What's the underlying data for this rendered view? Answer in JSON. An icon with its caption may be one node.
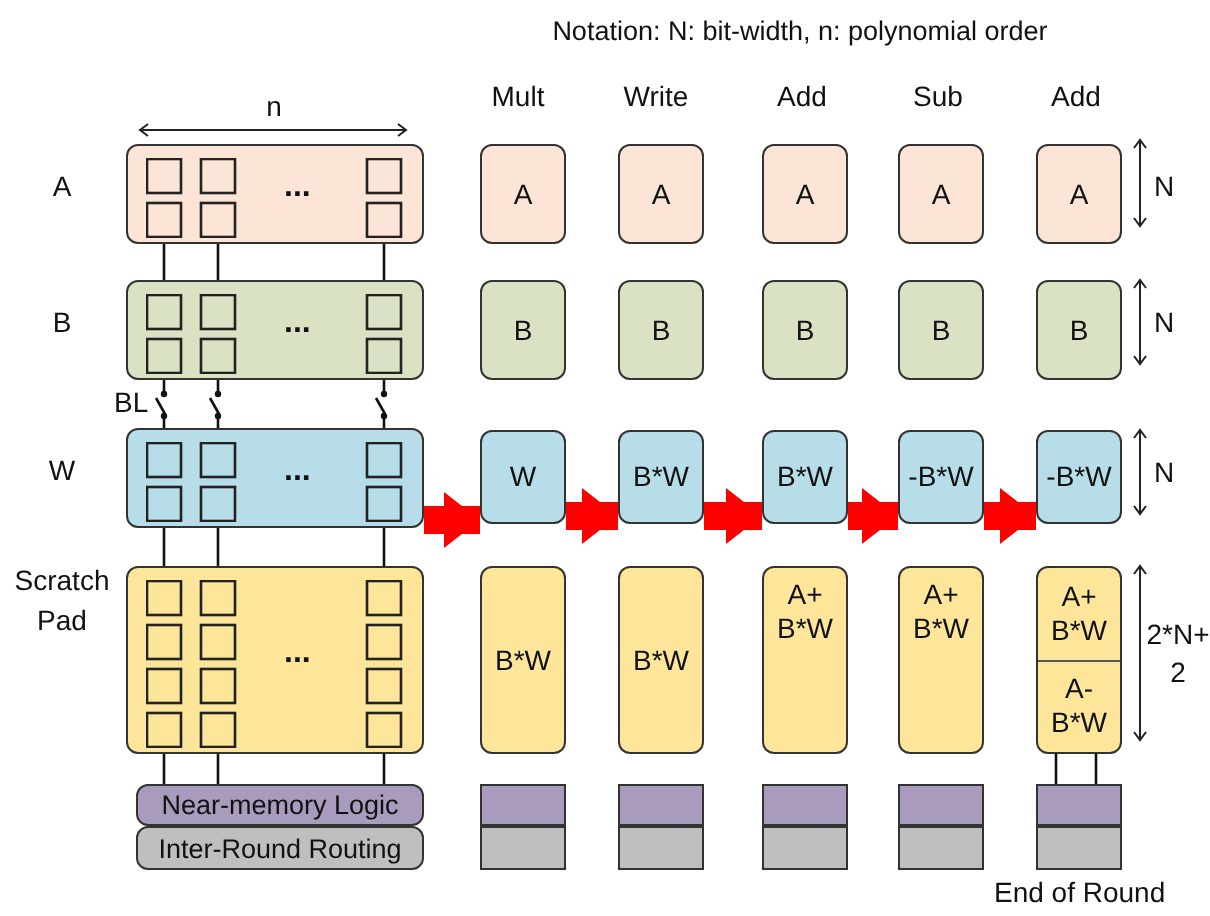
{
  "diagram": {
    "nodes": [
      {
        "text": [
          "A",
          "..."
        ]
      },
      {
        "text": [
          "B",
          "..."
        ]
      },
      {
        "text": [
          "W",
          "..."
        ]
      },
      {
        "text": [
          "Scratch Pad",
          "..."
        ]
      },
      {
        "text": [
          "Near-memory Logic"
        ]
      },
      {
        "text": [
          "Inter-Round Routing"
        ]
      },
      {
        "text": [
          "A"
        ]
      },
      {
        "text": [
          "B"
        ]
      },
      {
        "text": [
          "W"
        ]
      },
      {
        "text": [
          "B*W"
        ]
      },
      {
        "text": [],
        "shape": "box"
      },
      {
        "text": [],
        "shape": "box"
      },
      {
        "text": [
          "A"
        ]
      },
      {
        "text": [
          "B"
        ]
      },
      {
        "text": [
          "B*W"
        ]
      },
      {
        "text": [
          "B*W"
        ]
      },
      {
        "text": [],
        "shape": "box"
      },
      {
        "text": [],
        "shape": "box"
      },
      {
        "text": [
          "A"
        ]
      },
      {
        "text": [
          "B"
        ]
      },
      {
        "text": [
          "B*W"
        ]
      },
      {
        "text": [
          "A+ B*W"
        ]
      },
      {
        "text": [],
        "shape": "box"
      },
      {
        "text": [],
        "shape": "box"
      },
      {
        "text": [
          "A"
        ]
      },
      {
        "text": [
          "B"
        ]
      },
      {
        "text": [
          "-B*W"
        ]
      },
      {
        "text": [
          "A+ B*W"
        ]
      },
      {
        "text": [],
        "shape": "box"
      },
      {
        "text": [],
        "shape": "box"
      },
      {
        "text": [
          "A"
        ]
      },
      {
        "text": [
          "B"
        ]
      },
      {
        "text": [
          "-B*W"
        ]
      },
      {
        "text": [
          "A+ B*W",
          "A- B*W"
        ]
      },
      {
        "text": [],
        "shape": "box"
      },
      {
        "text": [],
        "shape": "box"
      }
    ],
    "edges": [
      {
        "from": 0,
        "to": 1,
        "arrow": "none"
      },
      {
        "from": 0,
        "to": 1,
        "arrow": "none"
      },
      {
        "from": 0,
        "to": 1,
        "arrow": "none"
      },
      {
        "from": 1,
        "to": 2,
        "arrow": "none"
      },
      {
        "from": 1,
        "to": 2,
        "arrow": "none"
      },
      {
        "from": 1,
        "to": 2,
        "arrow": "none"
      },
      {
        "from": 2,
        "to": 3,
        "arrow": "none"
      },
      {
        "from": 2,
        "to": 3,
        "arrow": "none"
      },
      {
        "from": 2,
        "to": 3,
        "arrow": "none"
      },
      {
        "from": 3,
        "to": 4,
        "arrow": "none"
      },
      {
        "from": 3,
        "to": 4,
        "arrow": "none"
      },
      {
        "from": 3,
        "to": 4,
        "arrow": "none"
      },
      {
        "from": 2,
        "to": 8,
        "arrow": "to",
        "style": "thick",
        "color": "#ff0000"
      },
      {
        "from": 8,
        "to": 14,
        "arrow": "to",
        "style": "thick",
        "color": "#ff0000"
      },
      {
        "from": 14,
        "to": 20,
        "arrow": "to",
        "style": "thick",
        "color": "#ff0000"
      },
      {
        "from": 20,
        "to": 26,
        "arrow": "to",
        "style": "thick",
        "color": "#ff0000"
      },
      {
        "from": 26,
        "to": 32,
        "arrow": "to",
        "style": "thick",
        "color": "#ff0000"
      },
      {
        "from": 33,
        "to": 34,
        "arrow": "none"
      },
      {
        "from": 33,
        "to": 34,
        "arrow": "none"
      }
    ],
    "labels": [
      "Notation: N: bit-width, n: polynomial order",
      "n",
      "BL",
      "Mult",
      "Write",
      "Add",
      "Sub",
      "Add",
      "N",
      "N",
      "N",
      "2*N+ 2",
      "End of Round"
    ]
  }
}
